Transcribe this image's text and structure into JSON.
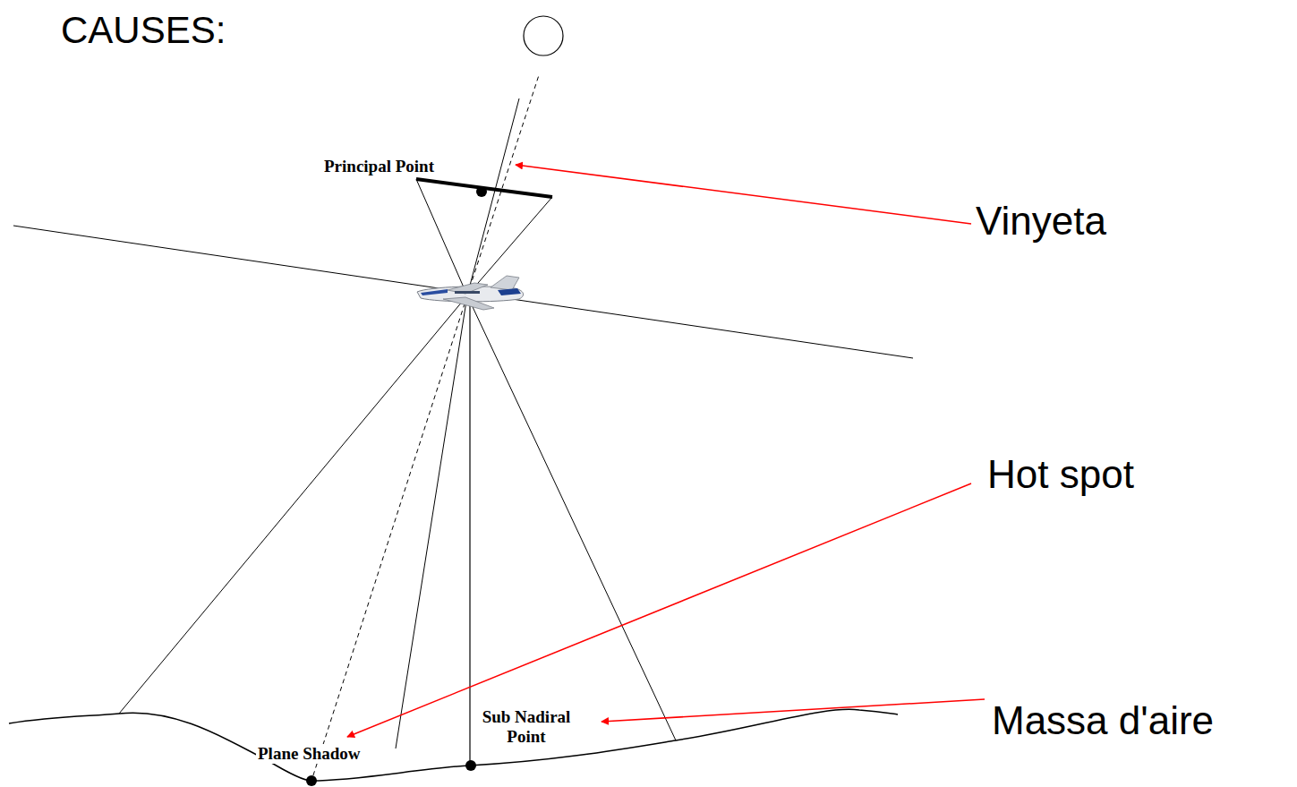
{
  "diagram": {
    "title": "CAUSES:",
    "labels": [
      "Principal Point",
      "Vinyeta",
      "Hot spot",
      "Plane Shadow",
      "Sub Nadiral Point",
      "Massa d'aire"
    ]
  }
}
